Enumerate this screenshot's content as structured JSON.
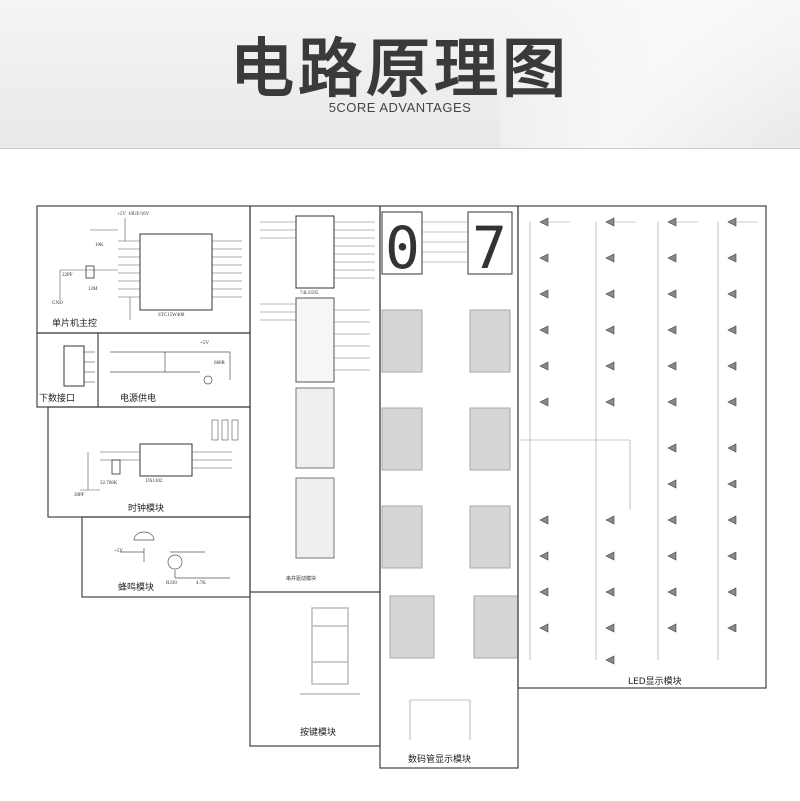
{
  "header": {
    "title": "电路原理图",
    "subtitle": "5CORE ADVANTAGES"
  },
  "modules": {
    "mcu": "单片机主控",
    "download": "下数接口",
    "power": "电源供电",
    "clock": "时钟模块",
    "buzzer": "蜂鸣模块",
    "shift_reg": "串并驱动模块",
    "keys": "按键模块",
    "segment": "数码管显示模块",
    "led": "LED显示模块"
  },
  "parts": {
    "mcu_chip": "STC15W408",
    "shift_chip": "74LS595",
    "rtc_chip": "DS1302",
    "crystal_mcu": "12M",
    "crystal_rtc": "32.768K",
    "cap_22pf": "22PF",
    "cap_30pf": "30PF",
    "res_10k": "10K",
    "res_4k7": "4.7K",
    "res_680r": "680R",
    "res_330": "R330",
    "cap_10uf": "10UF/16V",
    "vcc": "+5V",
    "gnd": "GND"
  }
}
